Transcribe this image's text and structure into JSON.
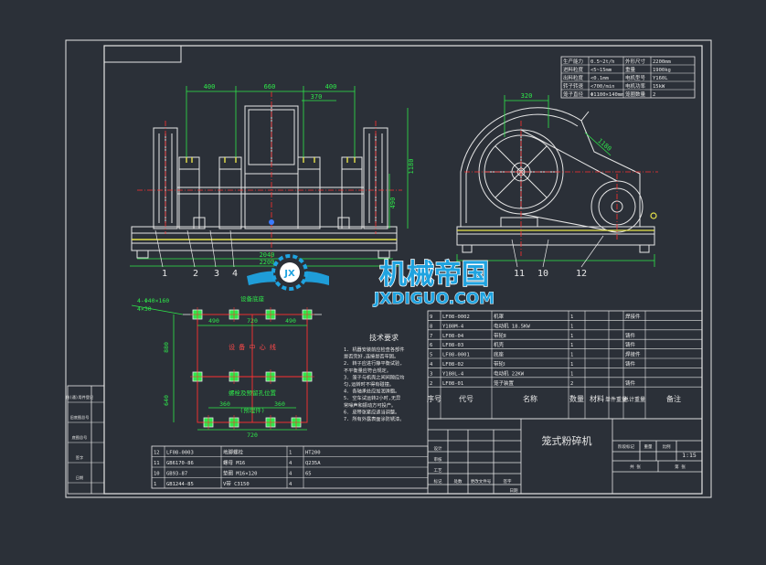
{
  "drawing": {
    "title": "笼式粉碎机",
    "scale": "1:15",
    "logo": {
      "cn": "机械帝国",
      "en": "JXDIGUO.COM",
      "mark": "JX"
    }
  },
  "colors": {
    "background": "#2b3038",
    "line": "#e6e6e6",
    "dimension": "#2ee84a",
    "center": "#ff3030",
    "blue": "#3b7bff",
    "yellow": "#e6e24a",
    "logo": "#1fa3e0"
  },
  "front_view": {
    "dims_top": [
      "400",
      "660",
      "400",
      "370"
    ],
    "dims_side": [
      "1180",
      "490"
    ],
    "dims_bottom": [
      "2040",
      "2200"
    ],
    "callouts": [
      "1",
      "2",
      "3",
      "4"
    ]
  },
  "side_view": {
    "dims": [
      "320",
      "1180"
    ],
    "callouts": [
      "11",
      "10",
      "12"
    ]
  },
  "spec_table": {
    "rows": [
      [
        "生产能力",
        "0.5~2t/h",
        "外形尺寸",
        "2200mm"
      ],
      [
        "进料粒度",
        "<5~15mm",
        "重量",
        "1900kg"
      ],
      [
        "出料粒度",
        "<0.1mm",
        "电机型号",
        "Y160L"
      ],
      [
        "转子转速",
        "<700/min",
        "电机功率",
        "15kW"
      ],
      [
        "笼子直径",
        "Φ1100×140mm",
        "笼圈数量",
        "2"
      ]
    ]
  },
  "foundation": {
    "labels": [
      "4-Φ40×160",
      "4×30",
      "设备底座",
      "设 备 中 心 线",
      "螺栓及预留孔位置",
      "(预埋件)"
    ],
    "dims": [
      "490",
      "720",
      "490",
      "880",
      "640",
      "360",
      "360",
      "720"
    ]
  },
  "tech_requirements": {
    "title": "技术要求",
    "lines": [
      "1. 机器安装前应检查各部件",
      "   是否完好,连接是否牢固。",
      "2. 转子应进行静平衡试验,",
      "   不平衡量应符合规定。",
      "3. 笼子与机壳之间间隙应均",
      "   匀,运转时不得有碰撞。",
      "4. 各轴承处应加润滑脂。",
      "5. 空车试运转2小时,无异",
      "   常噪声和振动方可投产。",
      "6. 皮带张紧应适当调整。",
      "7. 所有外露表面涂防锈漆。"
    ]
  },
  "bom": {
    "rows": [
      [
        "9",
        "LF08-0002",
        "机罩",
        "1",
        "",
        "焊接件"
      ],
      [
        "8",
        "Y180M-4",
        "电动机 18.5KW",
        "1",
        "",
        ""
      ],
      [
        "7",
        "LF08-04",
        "带轮Ⅱ",
        "1",
        "",
        "铸件"
      ],
      [
        "6",
        "LF08-03",
        "机壳",
        "1",
        "",
        "铸件"
      ],
      [
        "5",
        "LF08-0001",
        "底座",
        "1",
        "",
        "焊接件"
      ],
      [
        "4",
        "LF08-02",
        "带轮Ⅰ",
        "1",
        "",
        "铸件"
      ],
      [
        "3",
        "Y180L-4",
        "电动机 22KW",
        "1",
        "",
        ""
      ],
      [
        "2",
        "LF08-01",
        "笼子装置",
        "2",
        "",
        "铸件"
      ]
    ],
    "header": [
      "序号",
      "代号",
      "名称",
      "数量",
      "材料",
      "单件重量",
      "总计重量",
      "备注"
    ]
  },
  "lower_list": {
    "rows": [
      [
        "12",
        "LF08-0003",
        "地脚螺栓",
        "1",
        "HT200"
      ],
      [
        "11",
        "GB6170-86",
        "螺母 M16",
        "4",
        "Q235A"
      ],
      [
        "10",
        "GB93-87",
        "垫圈 M16×120",
        "4",
        "65"
      ],
      [
        "1",
        "GB1244-85",
        "V带 C3150",
        "4",
        ""
      ]
    ]
  },
  "side_strip": {
    "labels": [
      "借(通)用件登记",
      "旧底图总号",
      "底图总号",
      "签字",
      "日期"
    ]
  },
  "title_block": {
    "labels": [
      "标记",
      "处数",
      "更改文件号",
      "签字",
      "日期",
      "设计",
      "审核",
      "工艺",
      "批准",
      "阶段标记",
      "重量",
      "比例",
      "共  张",
      "第  张"
    ]
  }
}
